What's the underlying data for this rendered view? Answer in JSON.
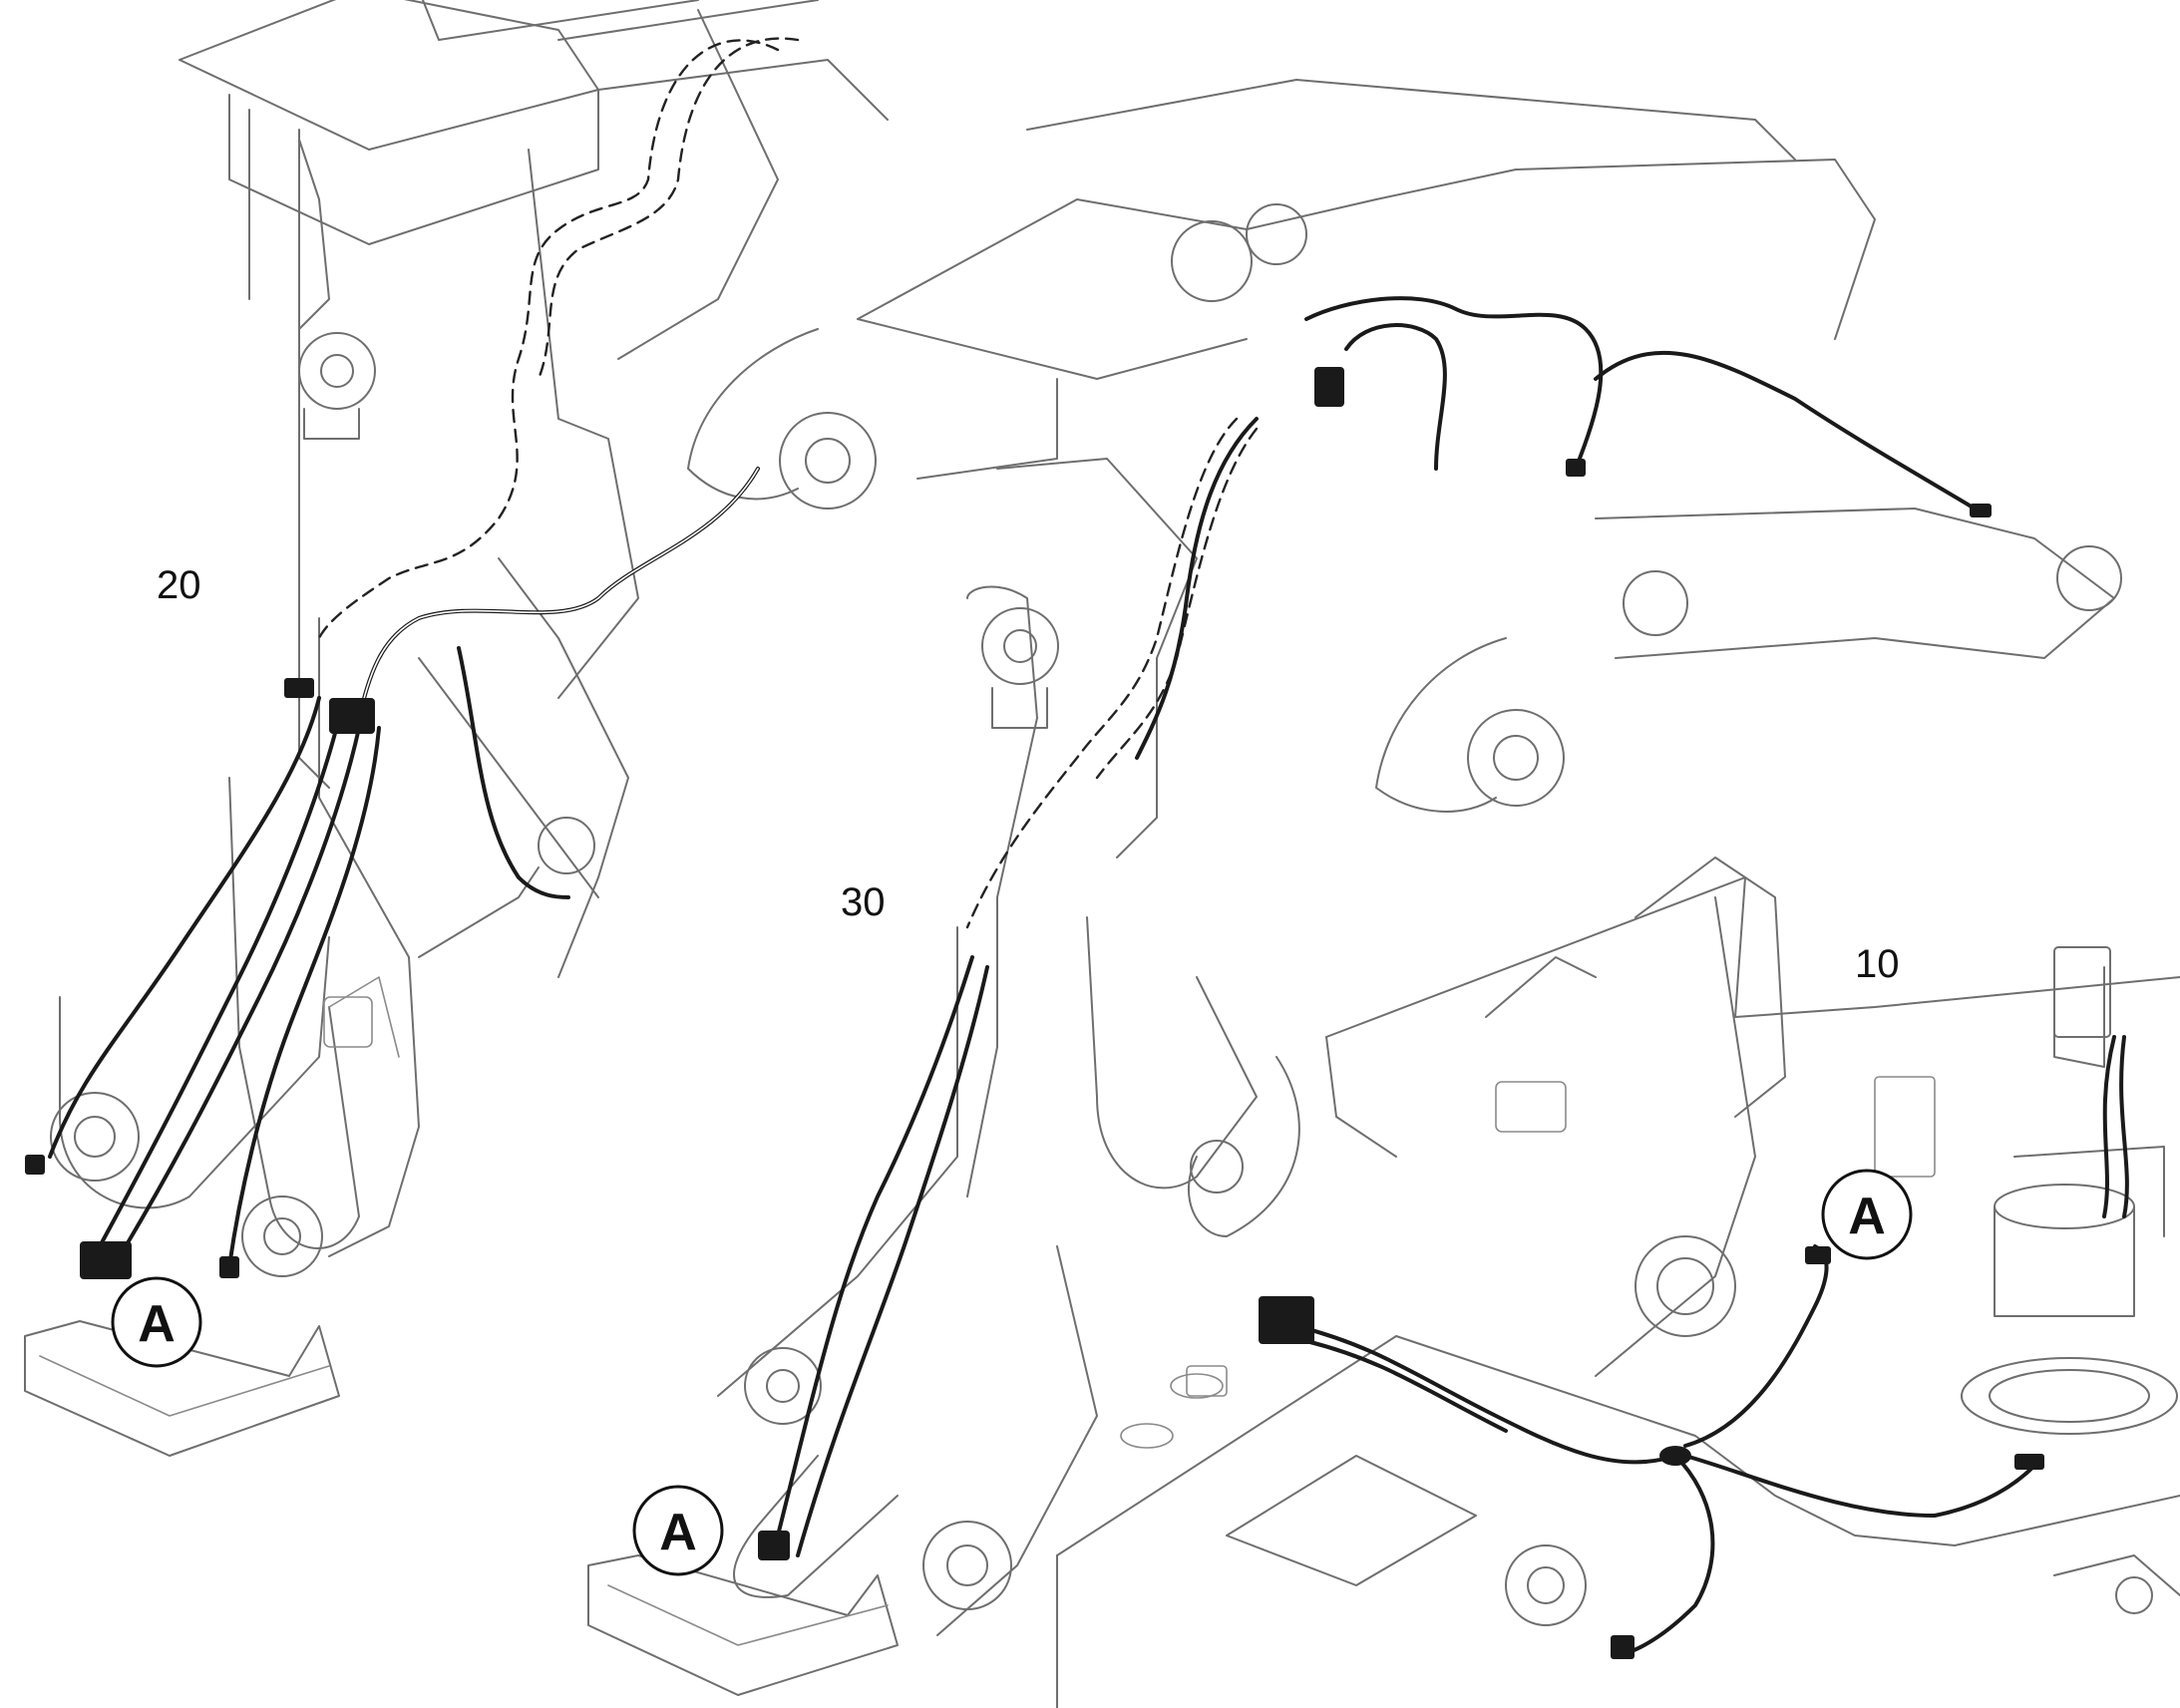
{
  "position_labels": {
    "p20": "20",
    "p30": "30",
    "p10": "10"
  },
  "detail_callouts": {
    "a1": "A",
    "a2": "A",
    "a3": "A"
  },
  "colors": {
    "line": "#6e6e6e",
    "hose": "#1a1a1a",
    "background": "#ffffff"
  }
}
